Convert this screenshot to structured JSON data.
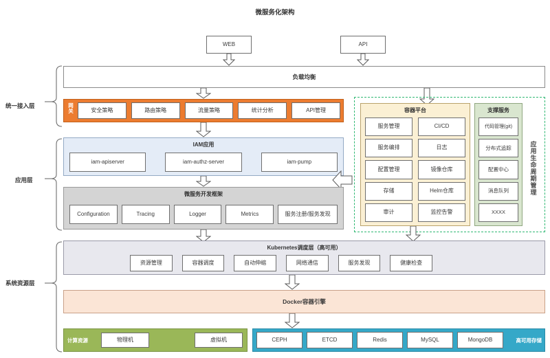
{
  "title": "微服务化架构",
  "entry_nodes": [
    {
      "label": "WEB"
    },
    {
      "label": "API"
    }
  ],
  "side_labels": [
    {
      "label": "统一接入层"
    },
    {
      "label": "应用层"
    },
    {
      "label": "系统资源层"
    }
  ],
  "load_balancer": {
    "label": "负载均衡"
  },
  "gateway": {
    "label": "网关",
    "color": "#ec7c30",
    "items": [
      {
        "label": "安全策略"
      },
      {
        "label": "路由策略"
      },
      {
        "label": "流量策略"
      },
      {
        "label": "统计分析"
      },
      {
        "label": "API管理"
      }
    ]
  },
  "iam": {
    "title": "IAM应用",
    "color": "#e4ecf7",
    "items": [
      {
        "label": "iam-apiserver"
      },
      {
        "label": "iam-authz-server"
      },
      {
        "label": "iam-pump"
      }
    ]
  },
  "framework": {
    "title": "微服务开发框架",
    "color": "#d4d4d4",
    "items": [
      {
        "label": "Configuration"
      },
      {
        "label": "Tracing"
      },
      {
        "label": "Logger"
      },
      {
        "label": "Metrics"
      },
      {
        "label": "服务注册/服务发现"
      }
    ]
  },
  "lifecycle_panel": {
    "vertical_label": "应用生命周期管理",
    "border_color": "#2eb872",
    "container_platform": {
      "title": "容器平台",
      "color": "#fbf0d4",
      "items": [
        {
          "label": "服务管理"
        },
        {
          "label": "CI/CD"
        },
        {
          "label": "服务编排"
        },
        {
          "label": "日志"
        },
        {
          "label": "配置管理"
        },
        {
          "label": "镜像仓库"
        },
        {
          "label": "存储"
        },
        {
          "label": "Helm仓库"
        },
        {
          "label": "审计"
        },
        {
          "label": "监控告警"
        }
      ]
    },
    "support_services": {
      "title": "支撑服务",
      "color": "#d9e6cf",
      "items": [
        {
          "label": "代码管理(git)"
        },
        {
          "label": "分布式追踪"
        },
        {
          "label": "配置中心"
        },
        {
          "label": "消息队列"
        },
        {
          "label": "XXXX"
        }
      ]
    }
  },
  "kubernetes": {
    "title": "Kubernetes调度层（高可用）",
    "color": "#e8e8ee",
    "items": [
      {
        "label": "资源管理"
      },
      {
        "label": "容器调度"
      },
      {
        "label": "自动伸缩"
      },
      {
        "label": "网络通信"
      },
      {
        "label": "服务发现"
      },
      {
        "label": "健康检查"
      }
    ]
  },
  "docker": {
    "label": "Docker容器引擎",
    "color": "#fbe5d6"
  },
  "compute_resources": {
    "label": "计算资源",
    "color": "#9ab758",
    "items": [
      {
        "label": "物理机"
      },
      {
        "label": "虚拟机"
      }
    ]
  },
  "storage": {
    "label": "高可用存储",
    "color": "#35a8c8",
    "items": [
      {
        "label": "CEPH"
      },
      {
        "label": "ETCD"
      },
      {
        "label": "Redis"
      },
      {
        "label": "MySQL"
      },
      {
        "label": "MongoDB"
      }
    ]
  }
}
